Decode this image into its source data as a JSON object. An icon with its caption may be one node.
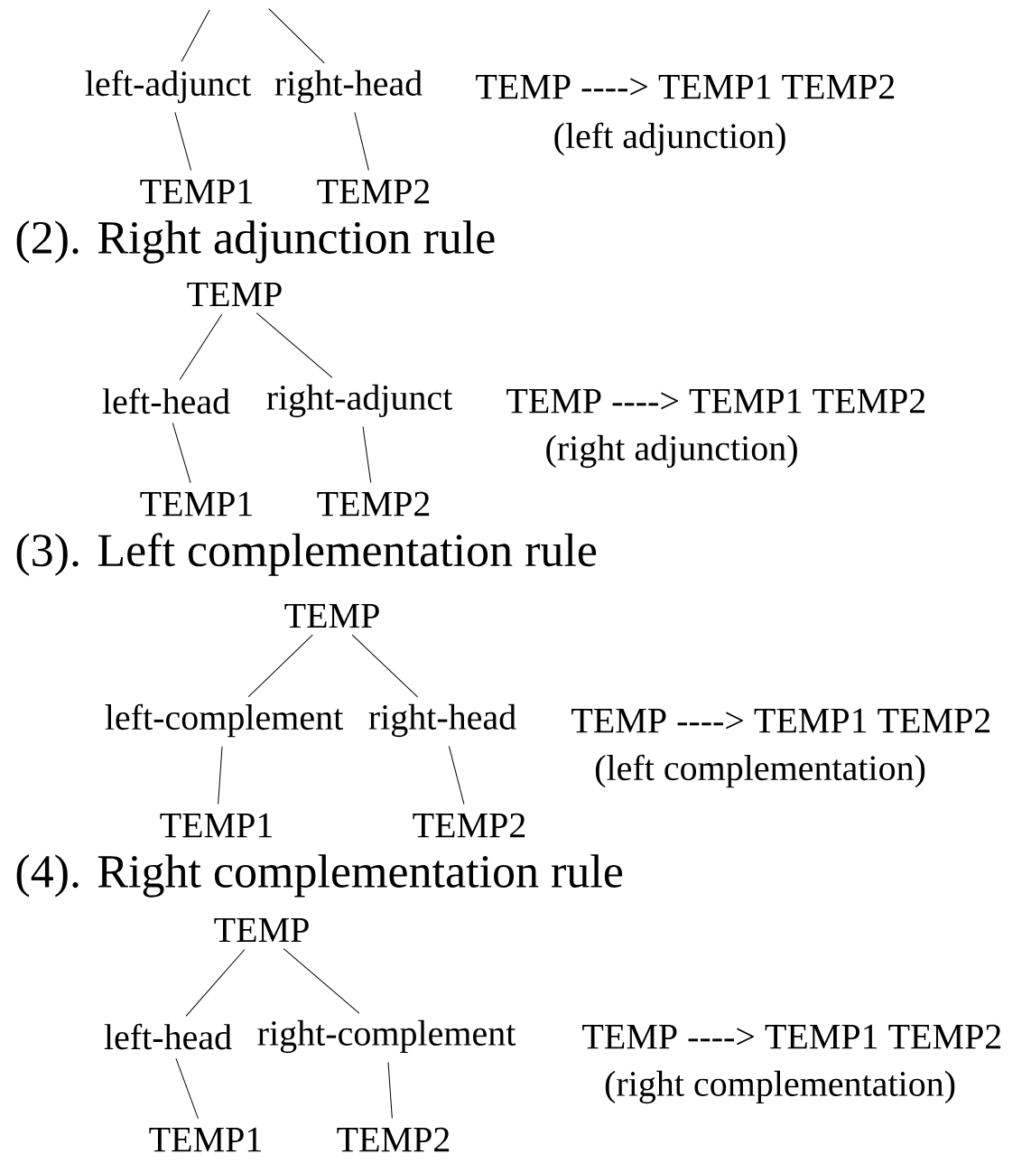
{
  "diagram": {
    "nodes": [
      {
        "text": [
          "left-adjunct"
        ]
      },
      {
        "text": [
          "right-head"
        ]
      },
      {
        "text": [
          "TEMP1"
        ]
      },
      {
        "text": [
          "TEMP2"
        ]
      },
      {
        "text": [
          "TEMP"
        ]
      },
      {
        "text": [
          "left-head"
        ]
      },
      {
        "text": [
          "right-adjunct"
        ]
      },
      {
        "text": [
          "TEMP1"
        ]
      },
      {
        "text": [
          "TEMP2"
        ]
      },
      {
        "text": [
          "TEMP"
        ]
      },
      {
        "text": [
          "left-complement"
        ]
      },
      {
        "text": [
          "right-head"
        ]
      },
      {
        "text": [
          "TEMP1"
        ]
      },
      {
        "text": [
          "TEMP2"
        ]
      },
      {
        "text": [
          "TEMP"
        ]
      },
      {
        "text": [
          "left-head"
        ]
      },
      {
        "text": [
          "right-complement"
        ]
      },
      {
        "text": [
          "TEMP1"
        ]
      },
      {
        "text": [
          "TEMP2"
        ]
      }
    ],
    "edges": [
      {
        "from": null,
        "to": 0,
        "arrow": "none"
      },
      {
        "from": null,
        "to": 1,
        "arrow": "none"
      },
      {
        "from": 0,
        "to": 2,
        "arrow": "none"
      },
      {
        "from": 1,
        "to": 3,
        "arrow": "none"
      },
      {
        "from": 4,
        "to": 5,
        "arrow": "none"
      },
      {
        "from": 4,
        "to": 6,
        "arrow": "none"
      },
      {
        "from": 5,
        "to": 7,
        "arrow": "none"
      },
      {
        "from": 6,
        "to": 8,
        "arrow": "none"
      },
      {
        "from": 9,
        "to": 10,
        "arrow": "none"
      },
      {
        "from": 9,
        "to": 11,
        "arrow": "none"
      },
      {
        "from": 10,
        "to": 12,
        "arrow": "none"
      },
      {
        "from": 11,
        "to": 13,
        "arrow": "none"
      },
      {
        "from": 14,
        "to": 15,
        "arrow": "none"
      },
      {
        "from": 14,
        "to": 16,
        "arrow": "none"
      },
      {
        "from": 15,
        "to": 17,
        "arrow": "none"
      },
      {
        "from": 16,
        "to": 18,
        "arrow": "none"
      }
    ],
    "labels": [
      "TEMP ----> TEMP1 TEMP2",
      "(left adjunction)",
      "(2). Right adjunction rule",
      "TEMP ----> TEMP1 TEMP2",
      "(right adjunction)",
      "(3). Left complementation rule",
      "TEMP ----> TEMP1 TEMP2",
      "(left complementation)",
      "(4). Right complementation rule",
      "TEMP ----> TEMP1 TEMP2",
      "(right complementation)"
    ]
  }
}
